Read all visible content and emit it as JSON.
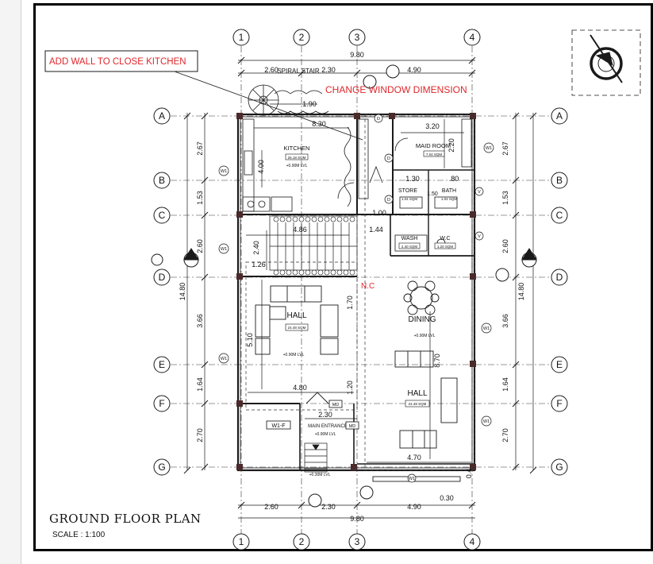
{
  "sheet": {
    "title": "GROUND FLOOR PLAN",
    "scale": "SCALE  :  1:100"
  },
  "notes": {
    "kitchen_wall": "ADD WALL TO CLOSE KITCHEN",
    "window_dim": "CHANGE WINDOW DIMENSION"
  },
  "column_grid": [
    "1",
    "2",
    "3",
    "4"
  ],
  "row_grid": [
    "A",
    "B",
    "C",
    "D",
    "E",
    "F",
    "G"
  ],
  "dimensions": {
    "top_total": "9.80",
    "top_left": "2.60",
    "top_mid": "2.30",
    "top_right": "4.90",
    "spiral_stair": "SPIRAL STAIR",
    "d_190": "1.90",
    "d_830": "8.30",
    "maid_width": "3.20",
    "kitchen_h": "4.00",
    "maid_h": "2.20",
    "d_130": "1.30",
    "d_080": ".80",
    "d_150": "1.50",
    "d_100": "1.00",
    "d_144": "1.44",
    "stair_w": "4.86",
    "stair_h": "2.40",
    "d_126": "1.26",
    "d_170": "1.70",
    "hall_h": "5.10",
    "hall_w": "4.80",
    "d_120": "1.20",
    "d_230b": "2.30",
    "dining_h": "8.70",
    "hall2_w": "4.70",
    "d_030": "0.30",
    "d_040": "0.4",
    "bot_left": "2.60",
    "bot_mid": "2.30",
    "bot_right": "4.90",
    "bot_total": "9.80",
    "left_total": "14.80",
    "right_total": "14.80",
    "rows": [
      "2.67",
      "1.53",
      "2.60",
      "3.66",
      "1.64",
      "2.70"
    ]
  },
  "rooms": {
    "kitchen": {
      "name": "KITCHEN",
      "area": "25.18 SQM",
      "level": "+0.90M LVL"
    },
    "maid": {
      "name": "MAID ROOM",
      "area": "7.04 SQM"
    },
    "store": {
      "name": "STORE",
      "area": "1.04 SQM"
    },
    "bath": {
      "name": "BATH",
      "area": "1.04 SQM"
    },
    "wash": {
      "name": "WASH",
      "area": "2.40 SQM"
    },
    "wc": {
      "name": "W.C",
      "area": "1.20 SQM"
    },
    "hall": {
      "name": "HALL",
      "area": "24.48 SQM",
      "level": "+0.90M LVL"
    },
    "dining": {
      "name": "DINING",
      "level": "+0.90M LVL"
    },
    "hall2": {
      "name": "HALL",
      "area": "24.48 SQM"
    },
    "entrance": {
      "name": "MAIN ENTRANCE",
      "level": "+0.90M LVL"
    },
    "outside_level": "+0.30M LVL",
    "nc": "N.C"
  },
  "tags": {
    "w1": "W1",
    "w1f": "W1-F",
    "md": "MD",
    "d": "D",
    "v": "V"
  },
  "colors": {
    "line": "#1a1a1a",
    "red": "#e0262a",
    "wall": "#4a2a2a"
  }
}
